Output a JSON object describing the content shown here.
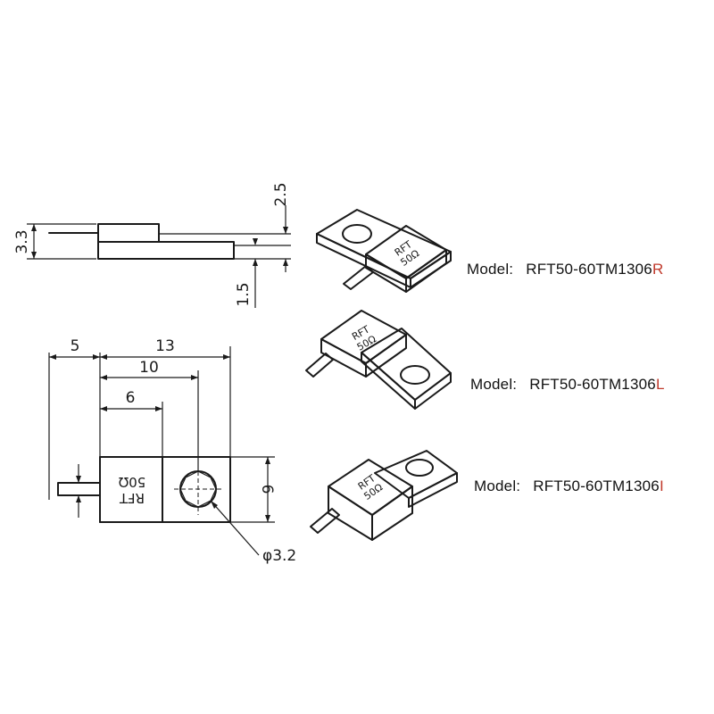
{
  "side_view": {
    "dims": {
      "thickness": "3.3",
      "top_gap": "2.5",
      "bottom_gap": "1.5"
    }
  },
  "top_view": {
    "dims": {
      "d5": "5",
      "d13": "13",
      "d10": "10",
      "d6": "6",
      "height": "6",
      "hole": "φ3.2"
    },
    "chip_line1": "RFT",
    "chip_line2": "50Ω"
  },
  "models": [
    {
      "label": "Model:",
      "base": "RFT50-60TM1306",
      "suffix": "R",
      "chip_line1": "RFT",
      "chip_line2": "50Ω"
    },
    {
      "label": "Model:",
      "base": "RFT50-60TM1306",
      "suffix": "L",
      "chip_line1": "RFT",
      "chip_line2": "50Ω"
    },
    {
      "label": "Model:",
      "base": "RFT50-60TM1306",
      "suffix": "I",
      "chip_line1": "RFT",
      "chip_line2": "50Ω"
    }
  ],
  "colors": {
    "ink": "#1a1a1a",
    "suffix": "#c0392b"
  }
}
